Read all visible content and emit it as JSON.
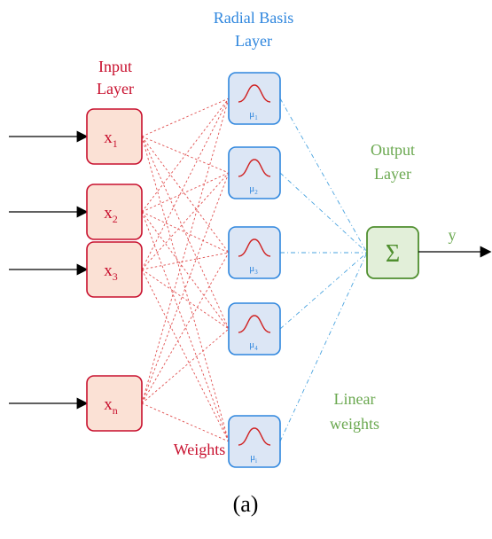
{
  "diagram": {
    "input_title": [
      "Input",
      "Layer"
    ],
    "rbf_title": [
      "Radial Basis",
      "Layer"
    ],
    "output_title": [
      "Output",
      "Layer"
    ],
    "inputs": [
      {
        "base": "x",
        "sub": "1"
      },
      {
        "base": "x",
        "sub": "2"
      },
      {
        "base": "x",
        "sub": "3"
      },
      {
        "base": "x",
        "sub": "n"
      }
    ],
    "rbf_nodes": [
      {
        "base": "μ",
        "sub": "1"
      },
      {
        "base": "μ",
        "sub": "2"
      },
      {
        "base": "μ",
        "sub": "3"
      },
      {
        "base": "μ",
        "sub": "4"
      },
      {
        "base": "μ",
        "sub": "i"
      }
    ],
    "output_symbol": "Σ",
    "output_label": "y",
    "weights_label": "Weights",
    "linear_weights_label": [
      "Linear",
      "weights"
    ],
    "caption": "(a)",
    "colors": {
      "input": "#c8102e",
      "rbf": "#2e86de",
      "output": "#6aa84f"
    }
  }
}
